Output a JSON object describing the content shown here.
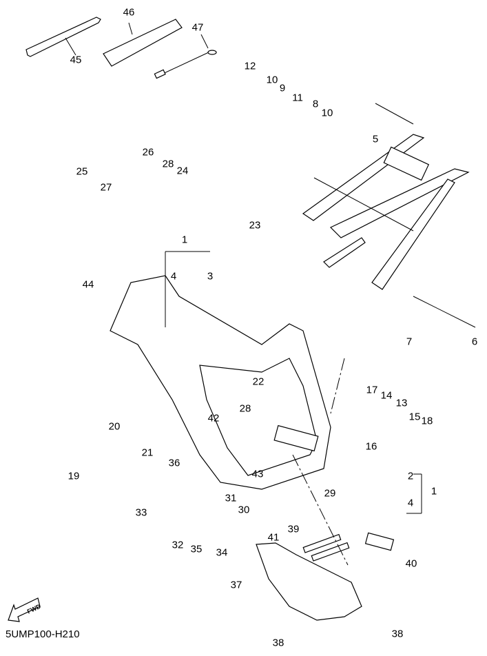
{
  "diagram": {
    "title_code": "5UMP100-H210",
    "direction_badge": "FWD",
    "callouts": [
      {
        "id": "45",
        "label": "45"
      },
      {
        "id": "46",
        "label": "46"
      },
      {
        "id": "47",
        "label": "47"
      },
      {
        "id": "12",
        "label": "12"
      },
      {
        "id": "10a",
        "label": "10"
      },
      {
        "id": "9",
        "label": "9"
      },
      {
        "id": "11",
        "label": "11"
      },
      {
        "id": "8",
        "label": "8"
      },
      {
        "id": "10b",
        "label": "10"
      },
      {
        "id": "5",
        "label": "5"
      },
      {
        "id": "26",
        "label": "26"
      },
      {
        "id": "28a",
        "label": "28"
      },
      {
        "id": "24",
        "label": "24"
      },
      {
        "id": "25",
        "label": "25"
      },
      {
        "id": "27",
        "label": "27"
      },
      {
        "id": "23",
        "label": "23"
      },
      {
        "id": "1a",
        "label": "1"
      },
      {
        "id": "4a",
        "label": "4"
      },
      {
        "id": "3",
        "label": "3"
      },
      {
        "id": "44",
        "label": "44"
      },
      {
        "id": "7",
        "label": "7"
      },
      {
        "id": "6",
        "label": "6"
      },
      {
        "id": "22",
        "label": "22"
      },
      {
        "id": "28b",
        "label": "28"
      },
      {
        "id": "17",
        "label": "17"
      },
      {
        "id": "14",
        "label": "14"
      },
      {
        "id": "13",
        "label": "13"
      },
      {
        "id": "15",
        "label": "15"
      },
      {
        "id": "18",
        "label": "18"
      },
      {
        "id": "20",
        "label": "20"
      },
      {
        "id": "21",
        "label": "21"
      },
      {
        "id": "42",
        "label": "42"
      },
      {
        "id": "16",
        "label": "16"
      },
      {
        "id": "19",
        "label": "19"
      },
      {
        "id": "36",
        "label": "36"
      },
      {
        "id": "43",
        "label": "43"
      },
      {
        "id": "2",
        "label": "2"
      },
      {
        "id": "1b",
        "label": "1"
      },
      {
        "id": "4b",
        "label": "4"
      },
      {
        "id": "33",
        "label": "33"
      },
      {
        "id": "31",
        "label": "31"
      },
      {
        "id": "30",
        "label": "30"
      },
      {
        "id": "29",
        "label": "29"
      },
      {
        "id": "32",
        "label": "32"
      },
      {
        "id": "35",
        "label": "35"
      },
      {
        "id": "34",
        "label": "34"
      },
      {
        "id": "41",
        "label": "41"
      },
      {
        "id": "39",
        "label": "39"
      },
      {
        "id": "40",
        "label": "40"
      },
      {
        "id": "37",
        "label": "37"
      },
      {
        "id": "38a",
        "label": "38"
      },
      {
        "id": "38b",
        "label": "38"
      }
    ]
  }
}
